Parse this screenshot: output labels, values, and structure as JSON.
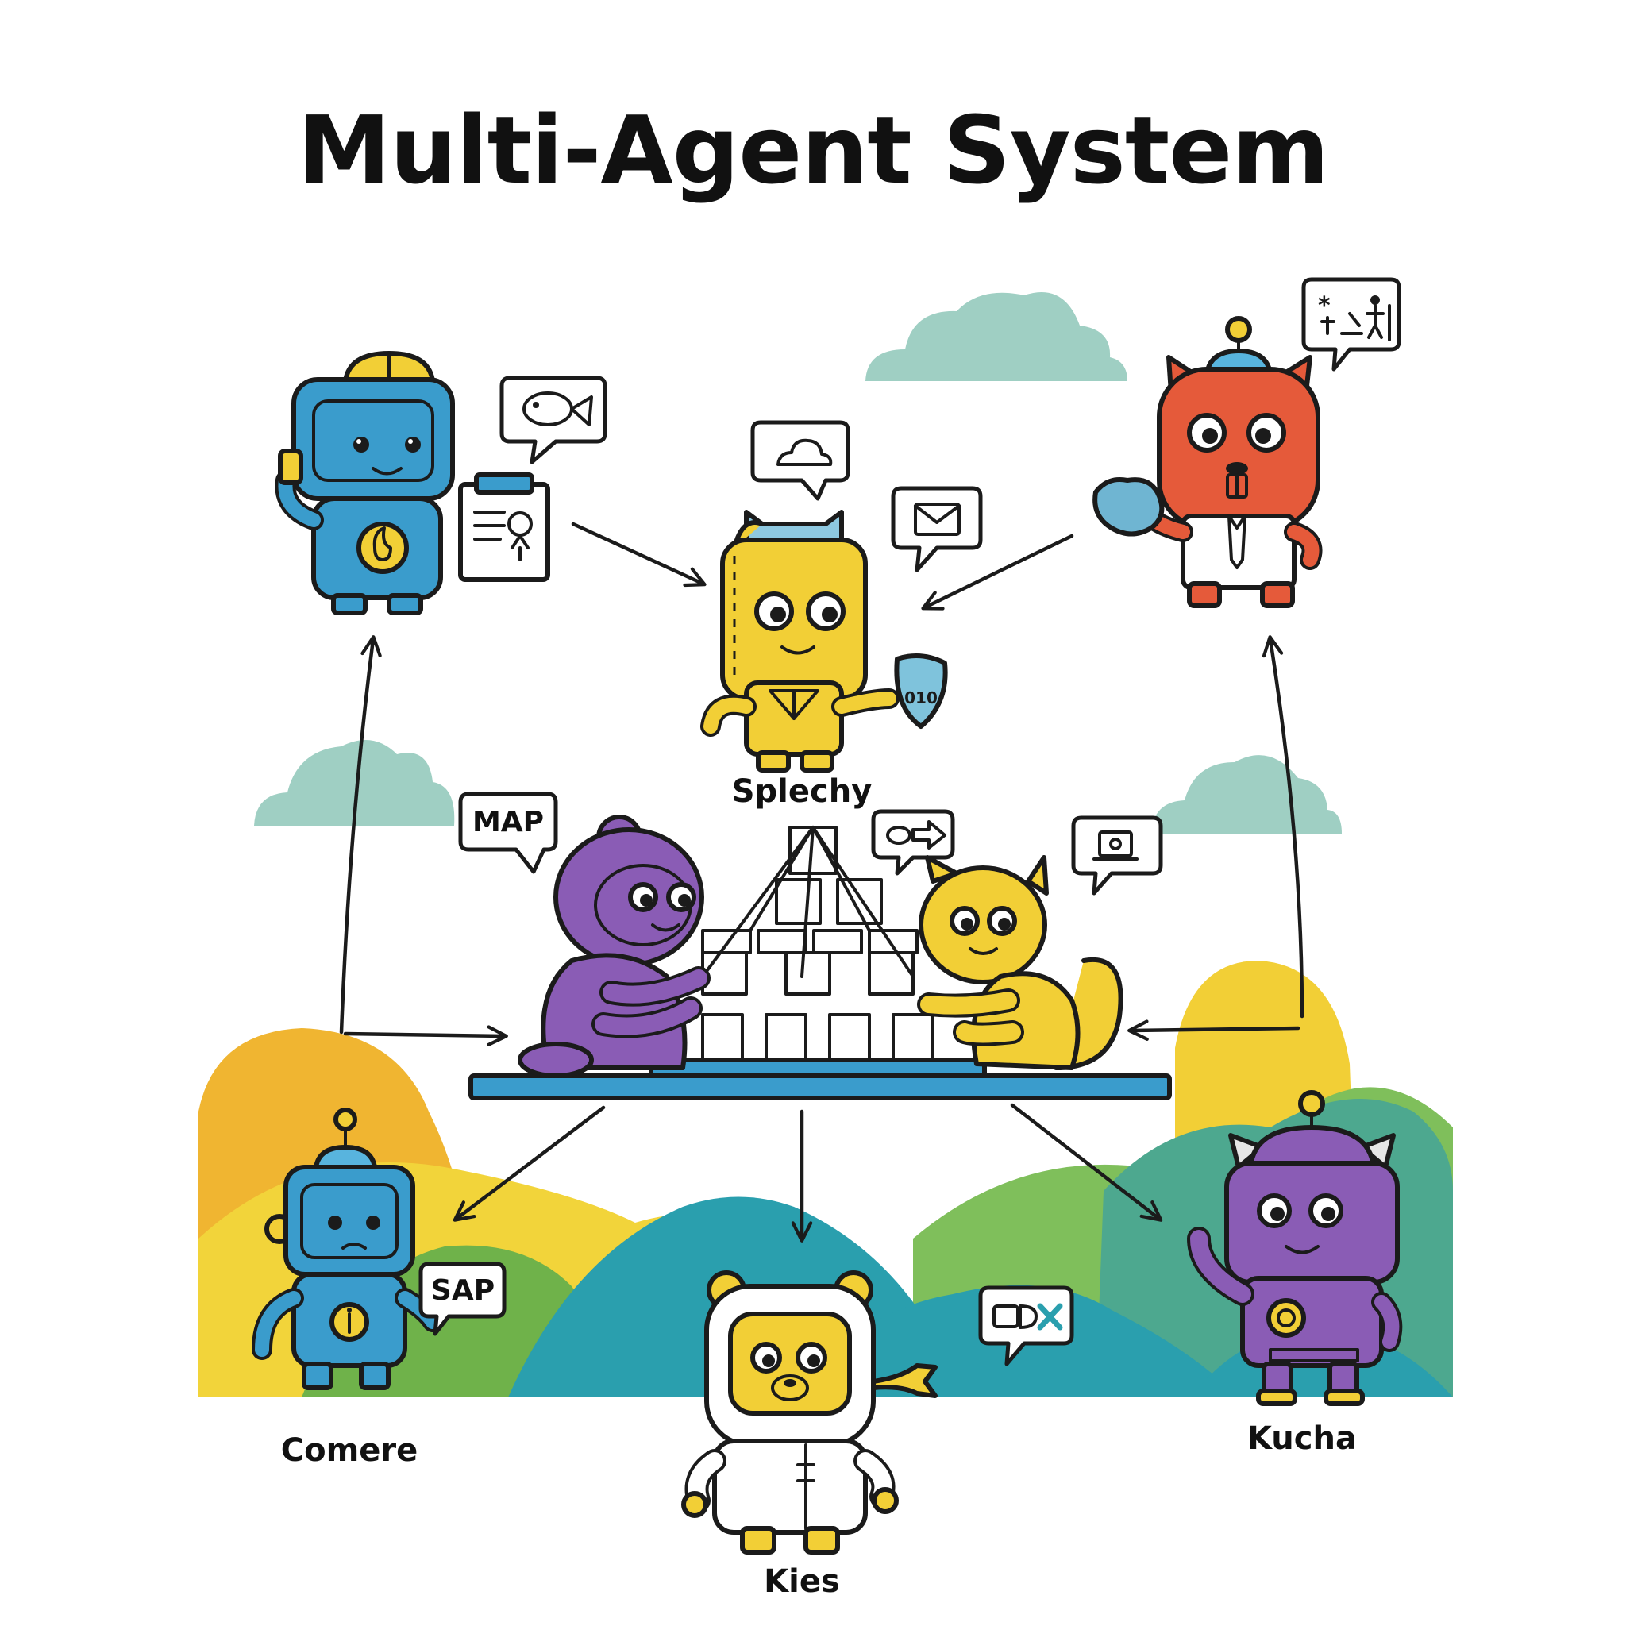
{
  "title": "Multi-Agent System",
  "colors": {
    "blue": "#3a9ccc",
    "yellow": "#f2cf36",
    "purple": "#8a5cb5",
    "red": "#e55a3a",
    "green": "#6fb24a",
    "teal": "#2a9fae",
    "orange": "#f0b531",
    "cloud": "#9fcfc3"
  },
  "agents": {
    "splechy": {
      "name": "Splechy"
    },
    "comere": {
      "name": "Comere"
    },
    "kies": {
      "name": "Kies"
    },
    "kucha": {
      "name": "Kucha"
    }
  },
  "bubbles": {
    "map": "MAP",
    "sap": "SAP",
    "code": "010"
  },
  "icons": {
    "top_left_bubble": "fish-icon",
    "splechy_bubble_1": "cloud-icon",
    "splechy_bubble_2": "envelope-icon",
    "top_right_bubble": "people-icon",
    "center_bubble_1": "swap-arrow-icon",
    "center_bubble_2": "laptop-icon",
    "kies_bubble": "dx-icon"
  }
}
